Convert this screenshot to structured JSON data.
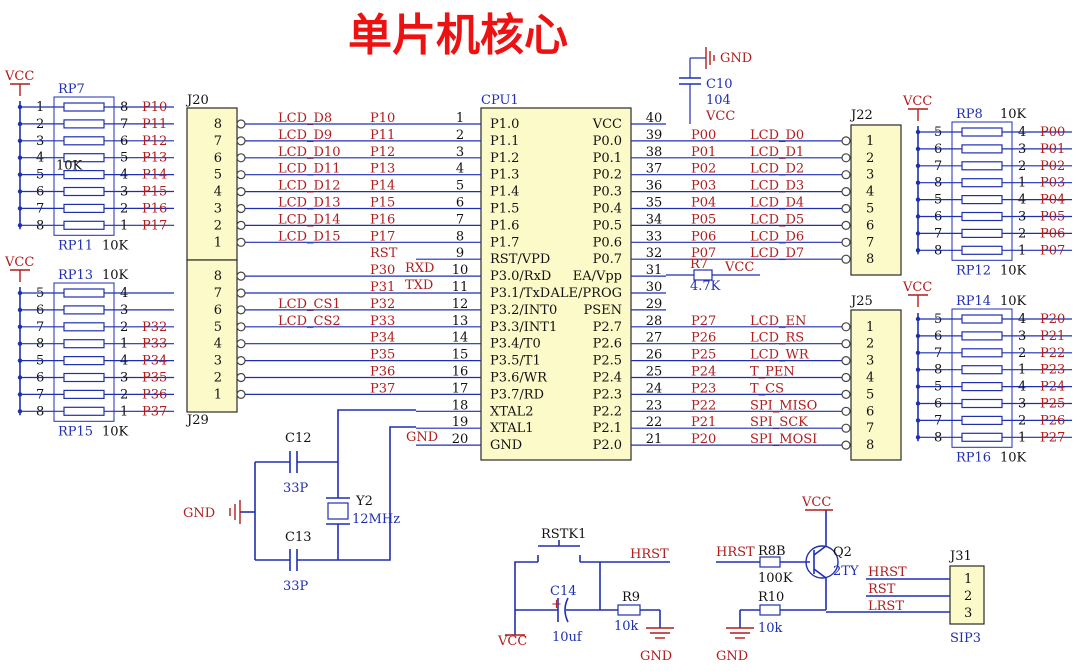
{
  "title": "单片机核心",
  "power": {
    "vcc": "VCC",
    "gnd": "GND"
  },
  "cpu": {
    "ref": "CPU1",
    "left_pins": [
      {
        "n": "1",
        "name": "P1.0",
        "net": "P10"
      },
      {
        "n": "2",
        "name": "P1.1",
        "net": "P11"
      },
      {
        "n": "3",
        "name": "P1.2",
        "net": "P12"
      },
      {
        "n": "4",
        "name": "P1.3",
        "net": "P13"
      },
      {
        "n": "5",
        "name": "P1.4",
        "net": "P14"
      },
      {
        "n": "6",
        "name": "P1.5",
        "net": "P15"
      },
      {
        "n": "7",
        "name": "P1.6",
        "net": "P16"
      },
      {
        "n": "8",
        "name": "P1.7",
        "net": "P17"
      },
      {
        "n": "9",
        "name": "RST/VPD",
        "net": "RST"
      },
      {
        "n": "10",
        "name": "P3.0/RxD",
        "net": "P30"
      },
      {
        "n": "11",
        "name": "P3.1/TxD",
        "net": "P31"
      },
      {
        "n": "12",
        "name": "P3.2/INT0",
        "net": "P32"
      },
      {
        "n": "13",
        "name": "P3.3/INT1",
        "net": "P33"
      },
      {
        "n": "14",
        "name": "P3.4/T0",
        "net": "P34"
      },
      {
        "n": "15",
        "name": "P3.5/T1",
        "net": "P35"
      },
      {
        "n": "16",
        "name": "P3.6/WR",
        "net": "P36"
      },
      {
        "n": "17",
        "name": "P3.7/RD",
        "net": "P37"
      },
      {
        "n": "18",
        "name": "XTAL2",
        "net": ""
      },
      {
        "n": "19",
        "name": "XTAL1",
        "net": ""
      },
      {
        "n": "20",
        "name": "GND",
        "net": "GND"
      }
    ],
    "right_pins": [
      {
        "n": "40",
        "name": "VCC",
        "net": "VCC",
        "label": ""
      },
      {
        "n": "39",
        "name": "P0.0",
        "net": "P00",
        "label": "LCD_D0"
      },
      {
        "n": "38",
        "name": "P0.1",
        "net": "P01",
        "label": "LCD_D1"
      },
      {
        "n": "37",
        "name": "P0.2",
        "net": "P02",
        "label": "LCD_D2"
      },
      {
        "n": "36",
        "name": "P0.3",
        "net": "P03",
        "label": "LCD_D3"
      },
      {
        "n": "35",
        "name": "P0.4",
        "net": "P04",
        "label": "LCD_D4"
      },
      {
        "n": "34",
        "name": "P0.5",
        "net": "P05",
        "label": "LCD_D5"
      },
      {
        "n": "33",
        "name": "P0.6",
        "net": "P06",
        "label": "LCD_D6"
      },
      {
        "n": "32",
        "name": "P0.7",
        "net": "P07",
        "label": "LCD_D7"
      },
      {
        "n": "31",
        "name": "EA/Vpp",
        "net": "",
        "label": ""
      },
      {
        "n": "30",
        "name": "ALE/PROG",
        "net": "",
        "label": ""
      },
      {
        "n": "29",
        "name": "PSEN",
        "net": "",
        "label": ""
      },
      {
        "n": "28",
        "name": "P2.7",
        "net": "P27",
        "label": "LCD_EN"
      },
      {
        "n": "27",
        "name": "P2.6",
        "net": "P26",
        "label": "LCD_RS"
      },
      {
        "n": "26",
        "name": "P2.5",
        "net": "P25",
        "label": "LCD_WR"
      },
      {
        "n": "25",
        "name": "P2.4",
        "net": "P24",
        "label": "T_PEN"
      },
      {
        "n": "24",
        "name": "P2.3",
        "net": "P23",
        "label": "T_CS"
      },
      {
        "n": "23",
        "name": "P2.2",
        "net": "P22",
        "label": "SPI_MISO"
      },
      {
        "n": "22",
        "name": "P2.1",
        "net": "P21",
        "label": "SPI_SCK"
      },
      {
        "n": "21",
        "name": "P2.0",
        "net": "P20",
        "label": "SPI_MOSI"
      }
    ],
    "left_extra": {
      "rxd": "RXD",
      "txd": "TXD"
    }
  },
  "j20": {
    "ref": "J20",
    "pins": [
      "8",
      "7",
      "6",
      "5",
      "4",
      "3",
      "2",
      "1"
    ],
    "labels": [
      "LCD_D8",
      "LCD_D9",
      "LCD_D10",
      "LCD_D11",
      "LCD_D12",
      "LCD_D13",
      "LCD_D14",
      "LCD_D15"
    ]
  },
  "j29": {
    "ref": "J29",
    "pins": [
      "8",
      "7",
      "6",
      "5",
      "4",
      "3",
      "2",
      "1"
    ],
    "labels": [
      "",
      "",
      "LCD_CS1",
      "LCD_CS2",
      "",
      "",
      "",
      ""
    ]
  },
  "j22": {
    "ref": "J22",
    "pins": [
      "1",
      "2",
      "3",
      "4",
      "5",
      "6",
      "7",
      "8"
    ]
  },
  "j25": {
    "ref": "J25",
    "pins": [
      "1",
      "2",
      "3",
      "4",
      "5",
      "6",
      "7",
      "8"
    ]
  },
  "rp_left_top": {
    "ref_top": "RP7",
    "ref_bottom": "RP11",
    "value_mid": "10K",
    "value_bottom": "10K",
    "left_nums": [
      "1",
      "2",
      "3",
      "4",
      "5",
      "6",
      "7",
      "8"
    ],
    "right_nums": [
      "8",
      "7",
      "6",
      "5",
      "4",
      "3",
      "2",
      "1"
    ],
    "nets": [
      "P10",
      "P11",
      "P12",
      "P13",
      "P14",
      "P15",
      "P16",
      "P17"
    ]
  },
  "rp_left_bot": {
    "ref_top": "RP13",
    "ref_bottom": "RP15",
    "value_top": "10K",
    "value_bottom": "10K",
    "left_nums": [
      "5",
      "6",
      "7",
      "8",
      "5",
      "6",
      "7",
      "8"
    ],
    "right_nums": [
      "4",
      "3",
      "2",
      "1",
      "4",
      "3",
      "2",
      "1"
    ],
    "nets": [
      "",
      "",
      "P32",
      "P33",
      "P34",
      "P35",
      "P36",
      "P37"
    ]
  },
  "rp_right_top": {
    "ref_top": "RP8",
    "ref_bottom": "RP12",
    "value_top": "10K",
    "value_bottom": "10K",
    "left_nums": [
      "5",
      "6",
      "7",
      "8",
      "5",
      "6",
      "7",
      "8"
    ],
    "right_nums": [
      "4",
      "3",
      "2",
      "1",
      "4",
      "3",
      "2",
      "1"
    ],
    "nets": [
      "P00",
      "P01",
      "P02",
      "P03",
      "P04",
      "P05",
      "P06",
      "P07"
    ]
  },
  "rp_right_bot": {
    "ref_top": "RP14",
    "ref_bottom": "RP16",
    "value_top": "10K",
    "value_bottom": "10K",
    "left_nums": [
      "5",
      "6",
      "7",
      "8",
      "5",
      "6",
      "7",
      "8"
    ],
    "right_nums": [
      "4",
      "3",
      "2",
      "1",
      "4",
      "3",
      "2",
      "1"
    ],
    "nets": [
      "P20",
      "P21",
      "P22",
      "P23",
      "P24",
      "P25",
      "P26",
      "P27"
    ]
  },
  "c10": {
    "ref": "C10",
    "value": "104"
  },
  "r7": {
    "ref": "R7",
    "value": "4.7K"
  },
  "crystal": {
    "c12": "C12",
    "c12v": "33P",
    "c13": "C13",
    "c13v": "33P",
    "y2": "Y2",
    "y2v": "12MHz"
  },
  "reset": {
    "sw": "RSTK1",
    "net": "HRST",
    "c14": "C14",
    "c14v": "10uf",
    "r9": "R9",
    "r9v": "10k"
  },
  "q2": {
    "ref": "Q2",
    "type": "2TY",
    "r8": "R8",
    "r8v": "100K",
    "base": "B",
    "r10": "R10",
    "r10v": "10k",
    "in": "HRST"
  },
  "j31": {
    "ref": "J31",
    "type": "SIP3",
    "pins": [
      "1",
      "2",
      "3"
    ],
    "nets": [
      "HRST",
      "RST",
      "LRST"
    ]
  }
}
